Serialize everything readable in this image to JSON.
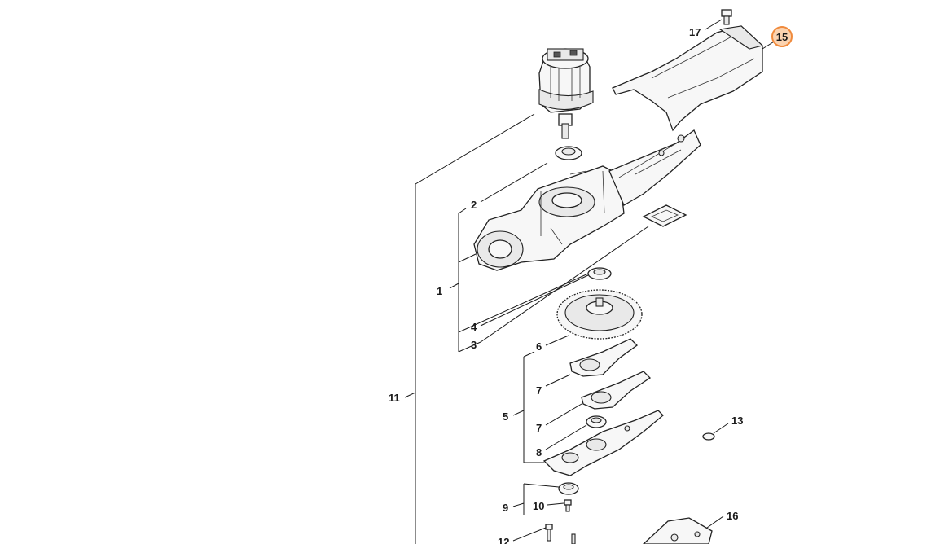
{
  "diagram": {
    "callouts": [
      {
        "id": "c1",
        "text": "1"
      },
      {
        "id": "c2",
        "text": "2"
      },
      {
        "id": "c3",
        "text": "3"
      },
      {
        "id": "c4",
        "text": "4"
      },
      {
        "id": "c5",
        "text": "5"
      },
      {
        "id": "c6",
        "text": "6"
      },
      {
        "id": "c7a",
        "text": "7"
      },
      {
        "id": "c7b",
        "text": "7"
      },
      {
        "id": "c8",
        "text": "8"
      },
      {
        "id": "c9",
        "text": "9"
      },
      {
        "id": "c10",
        "text": "10"
      },
      {
        "id": "c11",
        "text": "11"
      },
      {
        "id": "c12",
        "text": "12"
      },
      {
        "id": "c13",
        "text": "13"
      },
      {
        "id": "c16",
        "text": "16"
      },
      {
        "id": "c17",
        "text": "17"
      }
    ],
    "highlight": {
      "text": "15",
      "color": "#f08a3c",
      "fill": "#fbd3b0"
    },
    "colors": {
      "line": "#1a1a1a",
      "background": "#ffffff"
    }
  }
}
